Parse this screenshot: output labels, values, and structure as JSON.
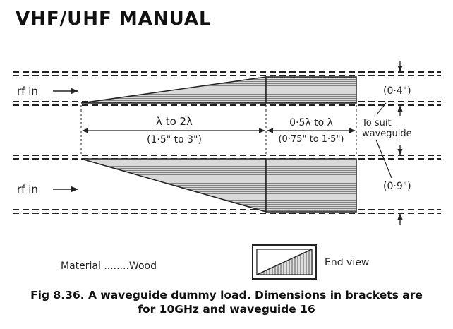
{
  "header": {
    "title": "VHF/UHF MANUAL"
  },
  "diagram": {
    "rf_in_top": "rf in",
    "rf_in_bottom": "rf in",
    "dim_taper": "λ to 2λ",
    "dim_taper_10ghz": "(1·5\" to 3\")",
    "dim_block": "0·5λ to λ",
    "dim_block_10ghz": "(0·75\" to 1·5\")",
    "gap_top": "(0·4\")",
    "suit_line1": "To suit",
    "suit_line2": "waveguide",
    "gap_bottom": "(0·9\")",
    "material": "Material ........Wood",
    "end_view": "End view"
  },
  "caption": {
    "line1": "Fig 8.36. A waveguide dummy load. Dimensions in brackets are",
    "line2": "for 10GHz and waveguide 16"
  }
}
